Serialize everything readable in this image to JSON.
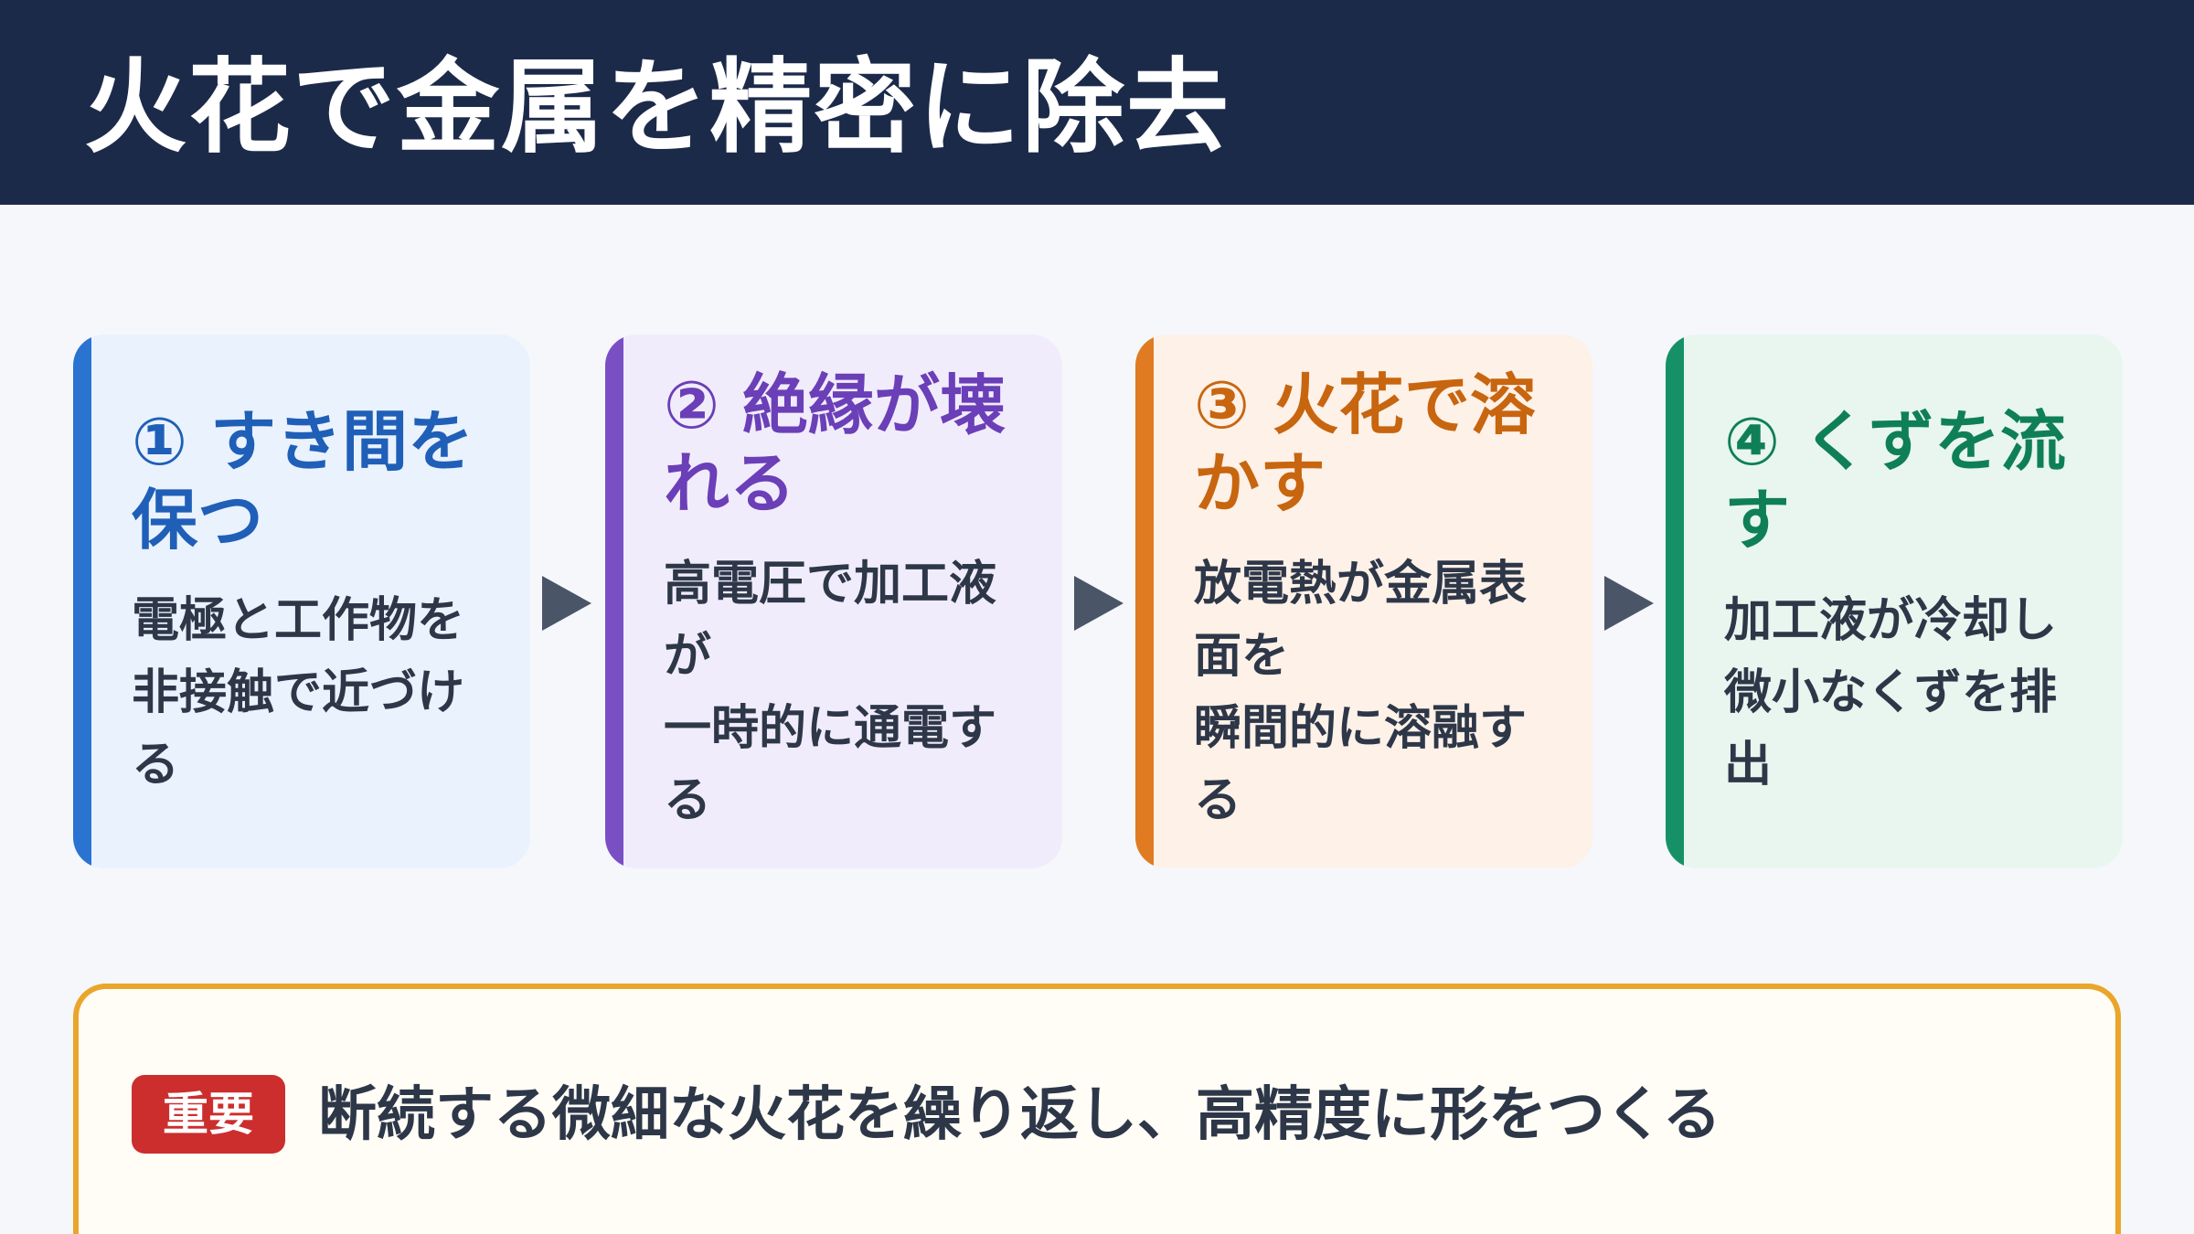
{
  "title": "火花で金属を精密に除去",
  "steps": [
    {
      "title": "① すき間を保つ",
      "body": "電極と工作物を\n非接触で近づけ\nる",
      "accent": "#2b73d1",
      "title_color": "#1f5fb8",
      "bg": "#eaf2fd"
    },
    {
      "title": "② 絶縁が壊れる",
      "body": "高電圧で加工液\nが\n一時的に通電す\nる",
      "accent": "#7a4fc4",
      "title_color": "#6a3fb7",
      "bg": "#f1ecfb"
    },
    {
      "title": "③ 火花で溶かす",
      "body": "放電熱が金属表\n面を\n瞬間的に溶融す\nる",
      "accent": "#e07b22",
      "title_color": "#c8650f",
      "bg": "#fdf1e8"
    },
    {
      "title": "④ くずを流す",
      "body": "加工液が冷却し\n微小なくずを排\n出",
      "accent": "#169167",
      "title_color": "#0f7f58",
      "bg": "#e8f6ef"
    }
  ],
  "arrow_icon": "triangle-right-icon",
  "callout": {
    "badge": "重要",
    "text": "断続する微細な火花を繰り返し、高精度に形をつくる",
    "border_color": "#eaa52b",
    "badge_color": "#cc2e2e"
  }
}
